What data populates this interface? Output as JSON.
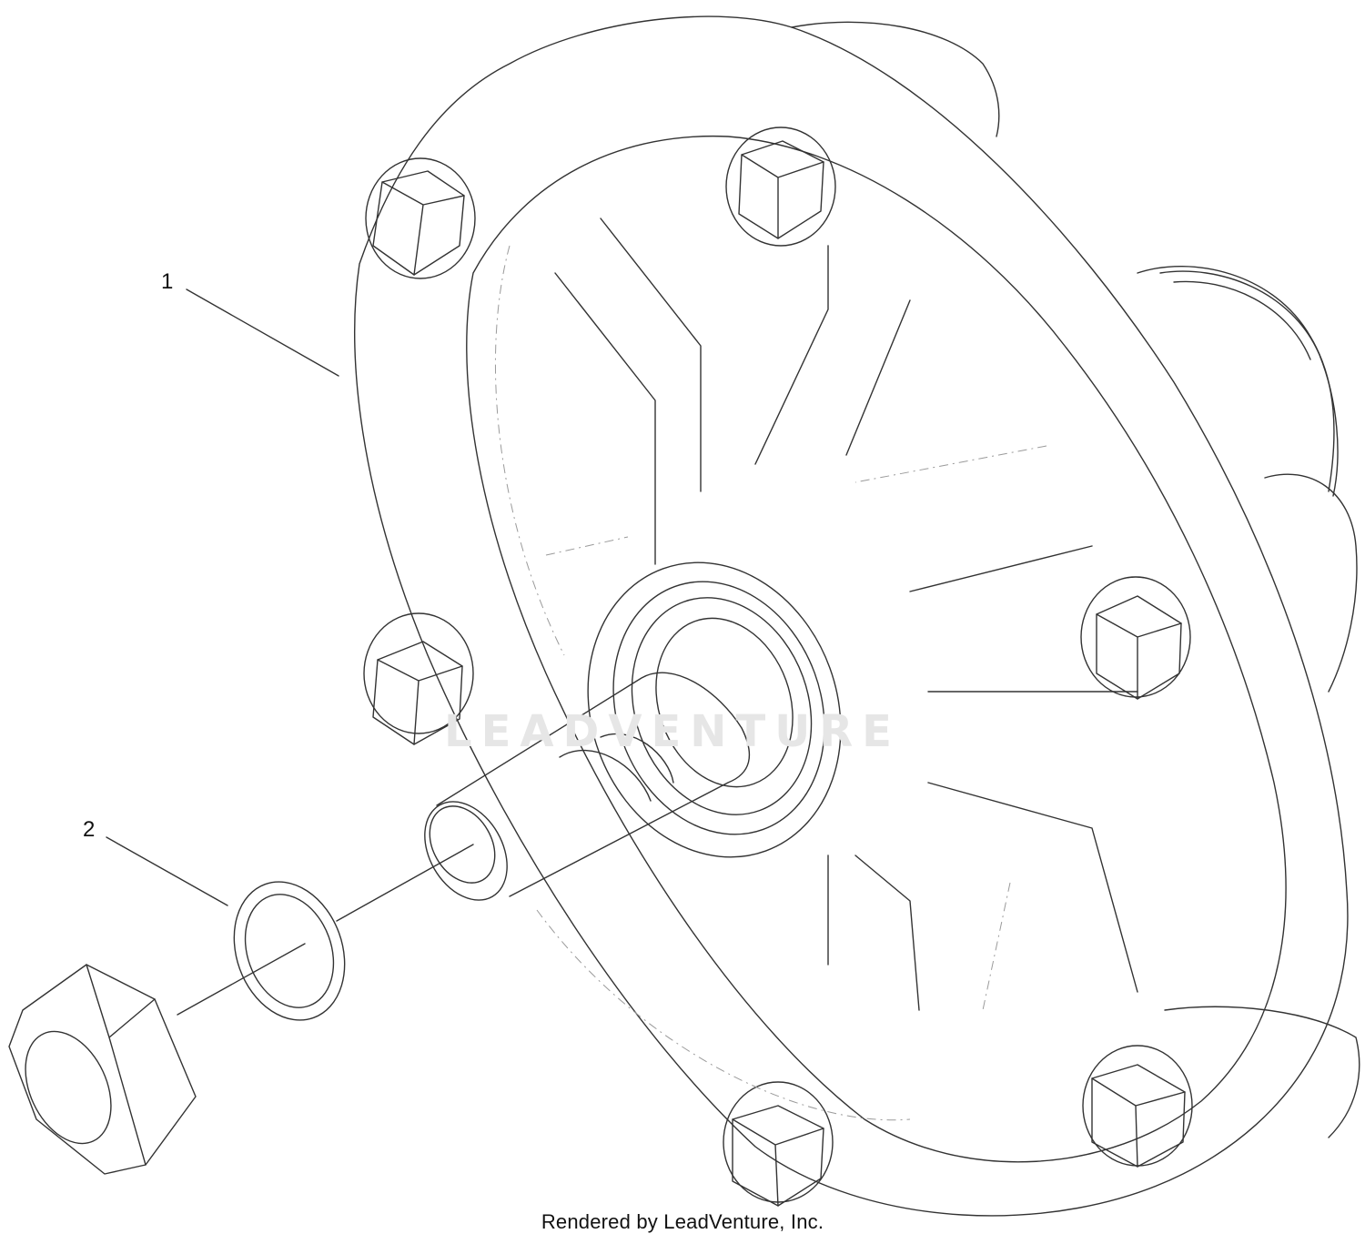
{
  "callouts": [
    {
      "number": "1"
    },
    {
      "number": "2"
    }
  ],
  "watermark": {
    "text": "LEADVENTURE"
  },
  "footer": {
    "text": "Rendered by LeadVenture, Inc."
  },
  "colors": {
    "line": "#333333",
    "hidden_line": "#9a9a9a",
    "watermark": "#e6e6e6",
    "background": "#ffffff"
  }
}
